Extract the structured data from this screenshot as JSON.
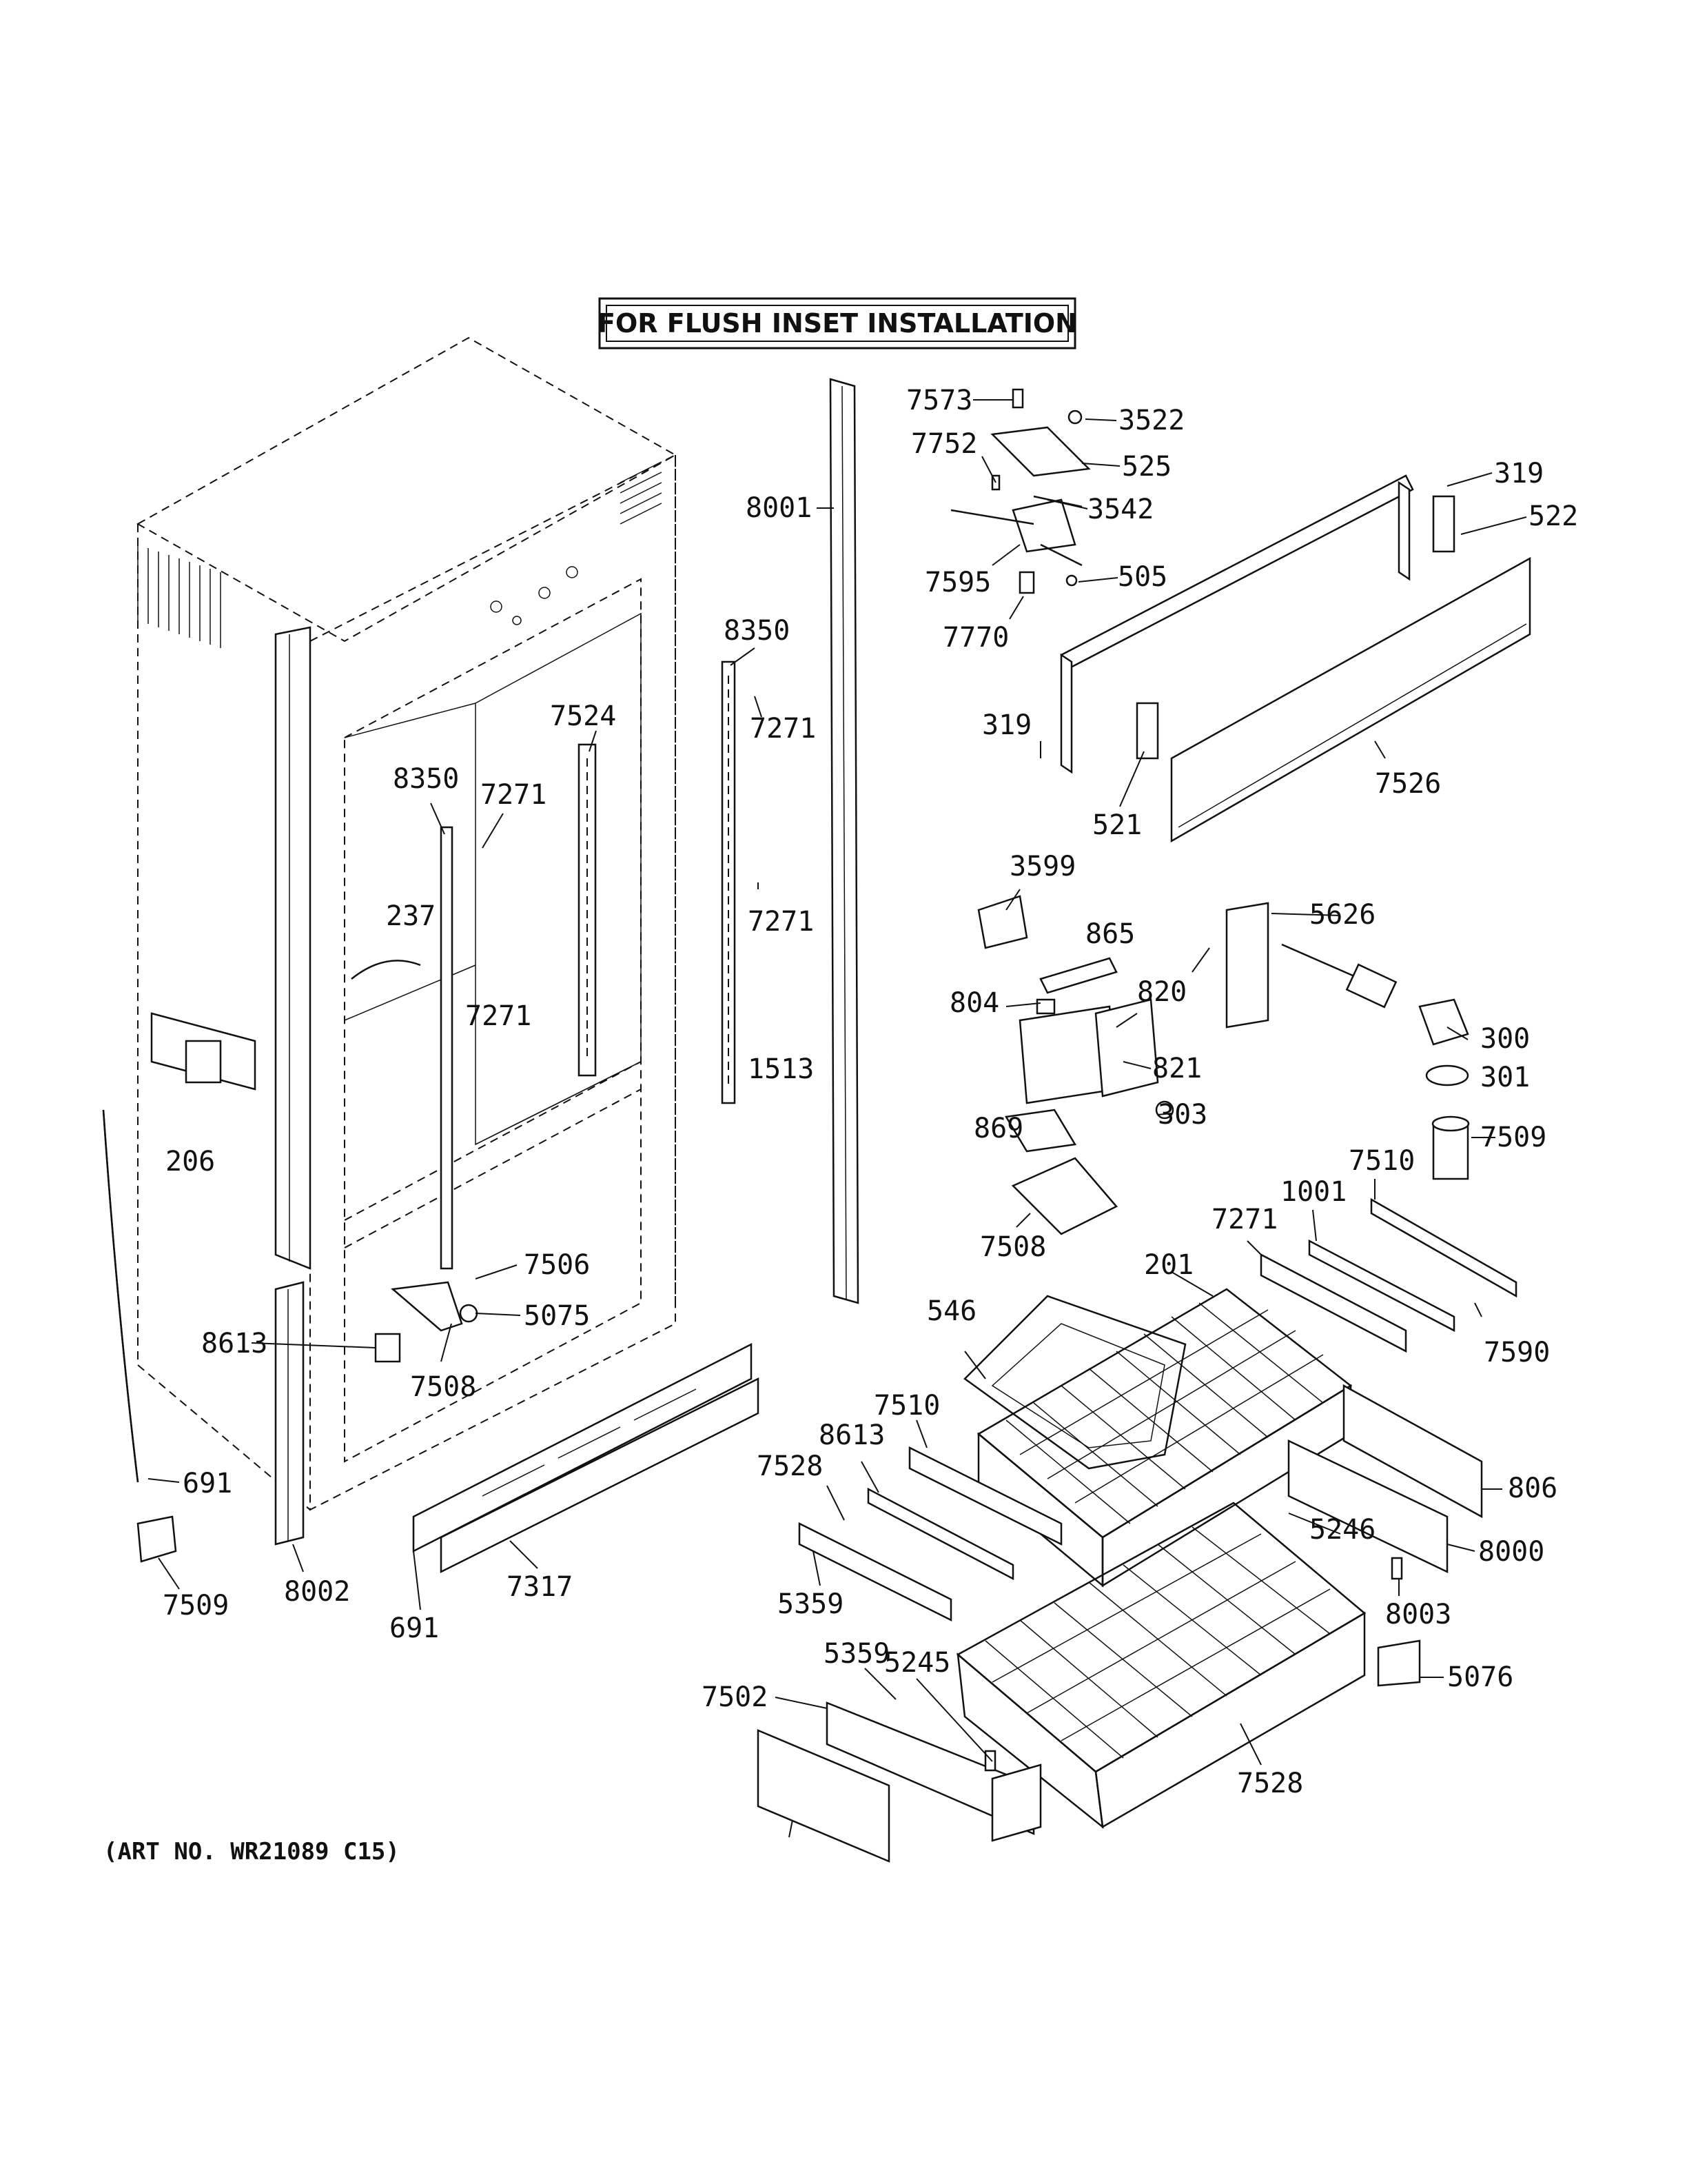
{
  "title": "FOR FLUSH INSET INSTALLATION",
  "art_number": "(ART NO. WR21089 C15)",
  "callouts": [
    "7573",
    "3522",
    "7752",
    "525",
    "3542",
    "319",
    "522",
    "8001",
    "7595",
    "505",
    "7770",
    "8350",
    "7271",
    "7524",
    "319",
    "7526",
    "521",
    "8350",
    "7271",
    "237",
    "3599",
    "5626",
    "7271",
    "7271",
    "865",
    "820",
    "804",
    "300",
    "821",
    "301",
    "1513",
    "206",
    "869",
    "303",
    "7509",
    "7510",
    "1001",
    "7508",
    "7271",
    "7506",
    "201",
    "5075",
    "546",
    "8613",
    "7590",
    "7508",
    "7510",
    "8613",
    "7528",
    "806",
    "691",
    "5246",
    "8000",
    "8002",
    "7317",
    "7509",
    "5359",
    "8003",
    "691",
    "5359",
    "5245",
    "7502",
    "5076",
    "7528"
  ]
}
